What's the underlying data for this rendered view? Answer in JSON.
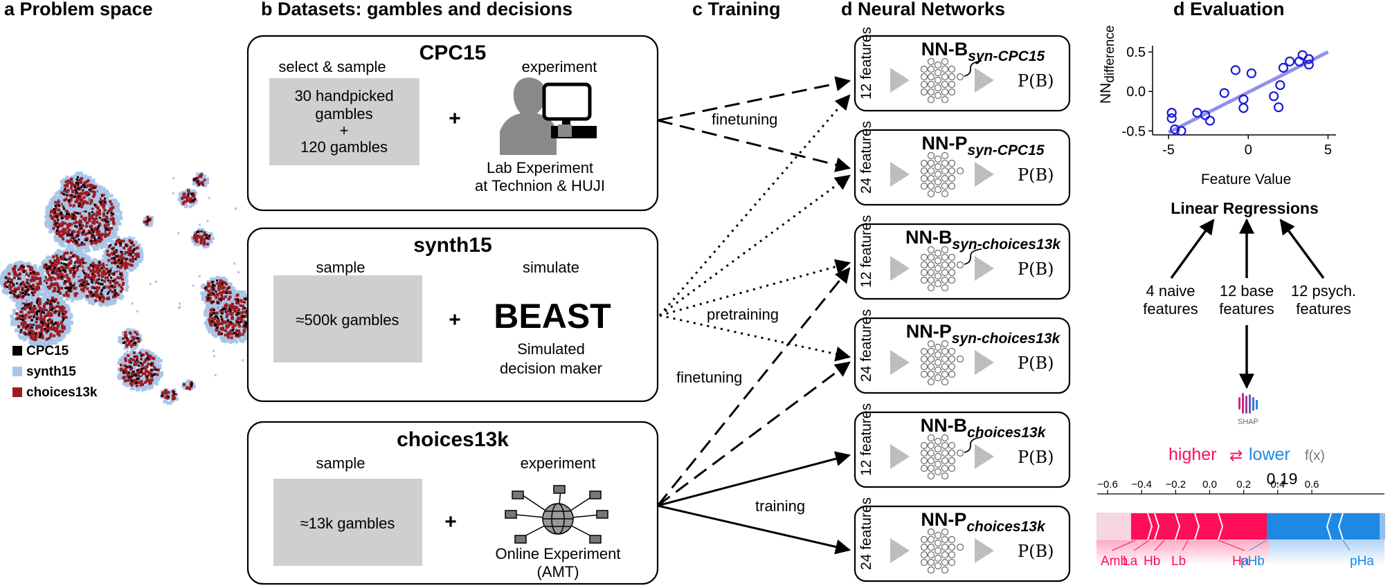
{
  "panels": {
    "a": {
      "title": "a Problem space"
    },
    "b": {
      "title": "b Datasets: gambles and decisions"
    },
    "c": {
      "title": "c Training"
    },
    "d_nn": {
      "title": "d Neural Networks"
    },
    "d_eval": {
      "title": "d Evaluation"
    }
  },
  "legend": [
    {
      "label": "CPC15",
      "color": "#000000"
    },
    {
      "label": "synth15",
      "color": "#a9c6e8"
    },
    {
      "label": "choices13k",
      "color": "#9b1c22"
    }
  ],
  "datasets": {
    "cpc15": {
      "title": "CPC15",
      "left_label": "select & sample",
      "gray_lines": [
        "30 handpicked",
        "gambles",
        "+",
        "120 gambles"
      ],
      "plus": "+",
      "right_label": "experiment",
      "caption": [
        "Lab Experiment",
        "at Technion & HUJI"
      ]
    },
    "synth15": {
      "title": "synth15",
      "left_label": "sample",
      "gray_lines": [
        "≈500k gambles"
      ],
      "plus": "+",
      "right_label": "simulate",
      "big_text": "BEAST",
      "caption": [
        "Simulated",
        "decision maker"
      ]
    },
    "choices13k": {
      "title": "choices13k",
      "left_label": "sample",
      "gray_lines": [
        "≈13k gambles"
      ],
      "plus": "+",
      "right_label": "experiment",
      "caption": [
        "Online Experiment",
        "(AMT)"
      ]
    }
  },
  "training_labels": {
    "finetuning_top": "finetuning",
    "pretraining": "pretraining",
    "finetuning_mid": "finetuning",
    "training": "training"
  },
  "networks": [
    {
      "prefix": "NN-B",
      "sub": "syn-CPC15",
      "features": "12 features",
      "output": "P(B)"
    },
    {
      "prefix": "NN-P",
      "sub": "syn-CPC15",
      "features": "24 features",
      "output": "P(B)"
    },
    {
      "prefix": "NN-B",
      "sub": "syn-choices13k",
      "features": "12 features",
      "output": "P(B)"
    },
    {
      "prefix": "NN-P",
      "sub": "syn-choices13k",
      "features": "24 features",
      "output": "P(B)"
    },
    {
      "prefix": "NN-B",
      "sub": "choices13k",
      "features": "12 features",
      "output": "P(B)"
    },
    {
      "prefix": "NN-P",
      "sub": "choices13k",
      "features": "24 features",
      "output": "P(B)"
    }
  ],
  "evaluation": {
    "ylabel_main": "NN",
    "ylabel_sub": "difference",
    "xlabel": "Feature Value",
    "linear_regressions": "Linear Regressions",
    "feature_groups": [
      [
        "4 naive",
        "features"
      ],
      [
        "12 base",
        "features"
      ],
      [
        "12 psych.",
        "features"
      ]
    ],
    "shap_logo": "SHAP",
    "higher": "higher",
    "arrows": "⇄",
    "lower": "lower",
    "fx": "f(x)",
    "fx_value": "0.19",
    "force_ticks": [
      "−0.6",
      "−0.4",
      "−0.2",
      "0.0",
      "0.2",
      "0.4",
      "0.6"
    ],
    "force_labels_pos": [
      "Amb",
      "La",
      "Hb",
      "Lb",
      "Ha"
    ],
    "force_labels_neg": [
      "pHb",
      "pHa"
    ],
    "colors": {
      "positive": "#ff0d57",
      "negative": "#1e88e5",
      "regression": "#7b7fe8",
      "points": "#1a1ad6"
    }
  },
  "chart_data": {
    "type": "scatter",
    "title": "",
    "xlabel": "Feature Value",
    "ylabel": "NN difference",
    "xlim": [
      -6,
      5.5
    ],
    "ylim": [
      -0.55,
      0.58
    ],
    "xticks": [
      -5,
      0,
      5
    ],
    "yticks": [
      -0.5,
      0.0,
      0.5
    ],
    "points": [
      [
        -4.8,
        -0.27
      ],
      [
        -4.8,
        -0.34
      ],
      [
        -4.6,
        -0.48
      ],
      [
        -4.2,
        -0.5
      ],
      [
        -3.2,
        -0.27
      ],
      [
        -2.7,
        -0.3
      ],
      [
        -2.4,
        -0.37
      ],
      [
        -1.5,
        -0.02
      ],
      [
        -0.8,
        0.27
      ],
      [
        -0.3,
        -0.1
      ],
      [
        -0.3,
        -0.21
      ],
      [
        0.2,
        0.23
      ],
      [
        1.6,
        -0.06
      ],
      [
        1.9,
        -0.2
      ],
      [
        2.0,
        0.08
      ],
      [
        2.2,
        0.3
      ],
      [
        2.6,
        0.38
      ],
      [
        3.2,
        0.38
      ],
      [
        3.4,
        0.46
      ],
      [
        3.8,
        0.34
      ],
      [
        3.8,
        0.41
      ]
    ],
    "fit_line": [
      [
        -5.0,
        -0.52
      ],
      [
        5.0,
        0.5
      ]
    ]
  }
}
